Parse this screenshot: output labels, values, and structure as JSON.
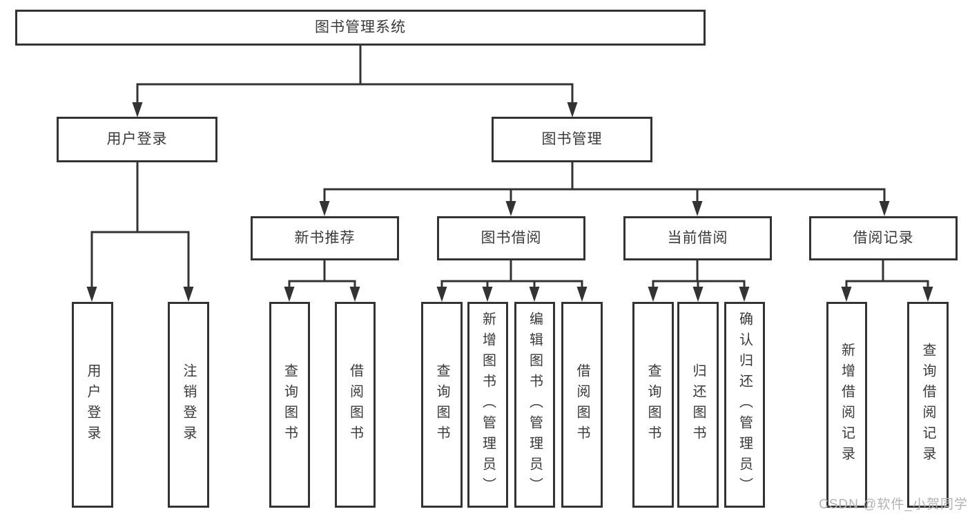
{
  "diagram": {
    "title": "图书管理系统",
    "branches": [
      {
        "label": "用户登录",
        "children": [
          "用户登录",
          "注销登录"
        ]
      },
      {
        "label": "图书管理",
        "sections": [
          {
            "label": "新书推荐",
            "children": [
              "查询图书",
              "借阅图书"
            ]
          },
          {
            "label": "图书借阅",
            "children": [
              "查询图书",
              "新增图书（管理员）",
              "编辑图书（管理员）",
              "借阅图书"
            ]
          },
          {
            "label": "当前借阅",
            "children": [
              "查询图书",
              "归还图书",
              "确认归还（管理员）"
            ]
          },
          {
            "label": "借阅记录",
            "children": [
              "新增借阅记录",
              "查询借阅记录"
            ]
          }
        ]
      }
    ]
  },
  "watermark": {
    "text": "CSDN @软件_小贺同学"
  },
  "colors": {
    "line": "#333333",
    "text": "#3a3a3a",
    "watermark": "#b3b3b3",
    "background": "#ffffff"
  }
}
